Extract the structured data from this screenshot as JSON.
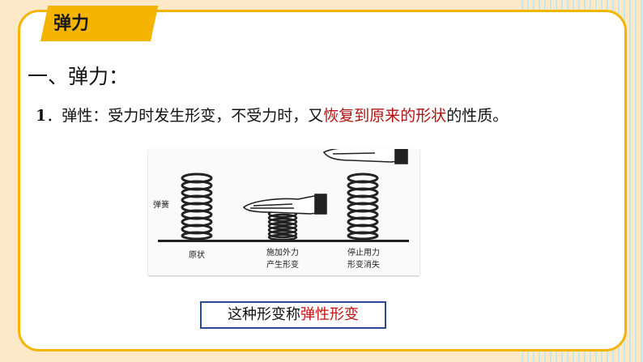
{
  "section_tag": "弹力",
  "heading": "一、弹力：",
  "point": {
    "number": "1",
    "term": "弹性：",
    "text_before": "受力时发生形变，不受力时，又",
    "highlight": "恢复到原来的形状",
    "text_after": "的性质。"
  },
  "figure": {
    "spring_label": "弹簧",
    "states": [
      "原状",
      "施加外力\n产生形变",
      "停止用力\n形变消失"
    ]
  },
  "caption": {
    "text": "这种形变称",
    "highlight": "弹性形变"
  },
  "colors": {
    "accent": "#f5b400",
    "highlight": "#b31212",
    "caption_border": "#2a4a92"
  }
}
